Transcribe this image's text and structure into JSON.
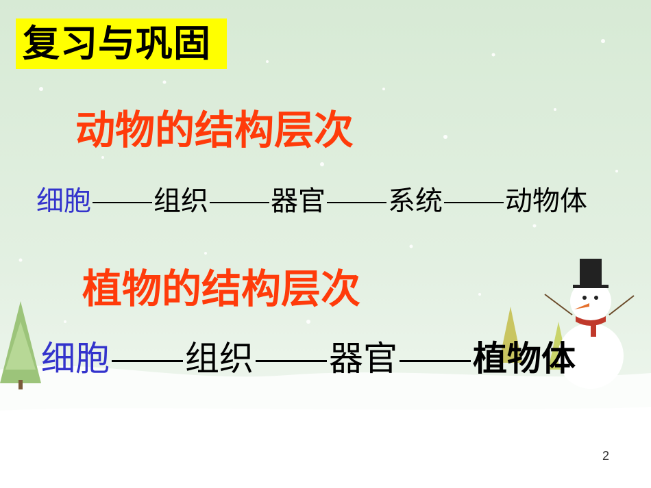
{
  "slide": {
    "title": "复习与巩固",
    "animal_heading": "动物的结构层次",
    "animal_chain": [
      "细胞",
      "组织",
      "器官",
      "系统",
      "动物体"
    ],
    "plant_heading": "植物的结构层次",
    "plant_chain": [
      "细胞",
      "组织",
      "器官",
      "植物体"
    ],
    "page_number": "2"
  },
  "colors": {
    "title_bg": "#ffff00",
    "heading": "#ff3b0a",
    "highlight": "#3333cc"
  }
}
